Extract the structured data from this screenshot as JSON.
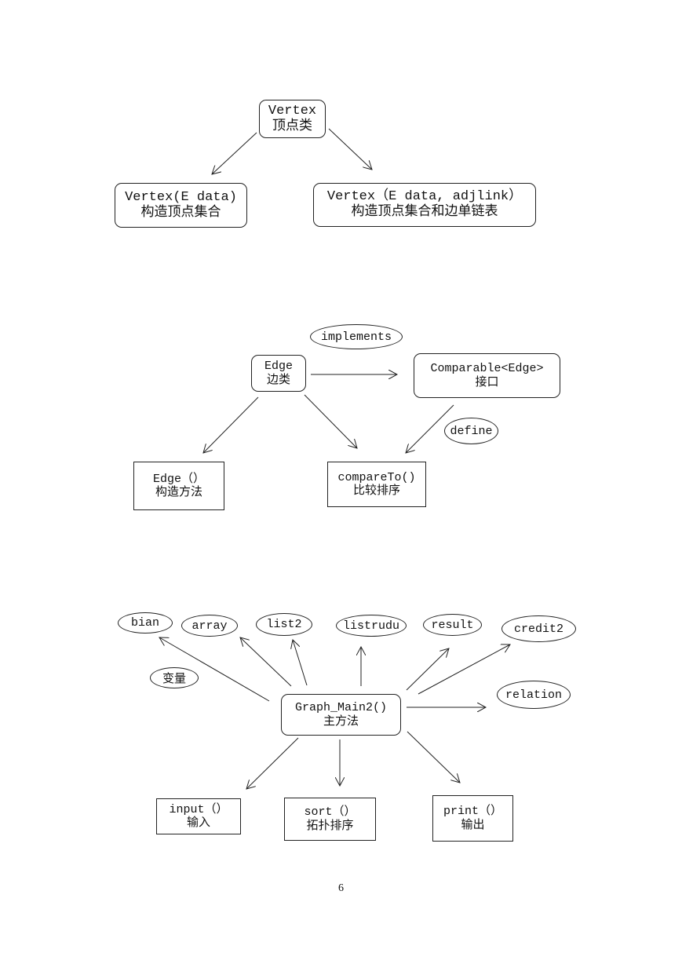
{
  "diagram1": {
    "root": {
      "line1": "Vertex",
      "line2": "顶点类"
    },
    "left": {
      "line1": "Vertex(E data)",
      "line2": "构造顶点集合"
    },
    "right": {
      "line1": "Vertex（E data, adjlink）",
      "line2": "构造顶点集合和边单链表"
    }
  },
  "diagram2": {
    "root": {
      "line1": "Edge",
      "line2": "边类"
    },
    "interface": {
      "line1": "Comparable<Edge>",
      "line2": "接口"
    },
    "implements_label": "implements",
    "define_label": "define",
    "ctor": {
      "line1": "Edge（）",
      "line2": "构造方法"
    },
    "compare": {
      "line1": "compareTo()",
      "line2": "比较排序"
    }
  },
  "diagram3": {
    "root": {
      "line1": "Graph_Main2()",
      "line2": "主方法"
    },
    "vars": [
      "bian",
      "array",
      "list2",
      "listrudu",
      "result",
      "credit2",
      "relation"
    ],
    "vars_label": "变量",
    "input": {
      "line1": "input（）",
      "line2": "输入"
    },
    "sort": {
      "line1": "sort（）",
      "line2": "拓扑排序"
    },
    "print": {
      "line1": "print（）",
      "line2": "输出"
    }
  },
  "page_number": "6"
}
